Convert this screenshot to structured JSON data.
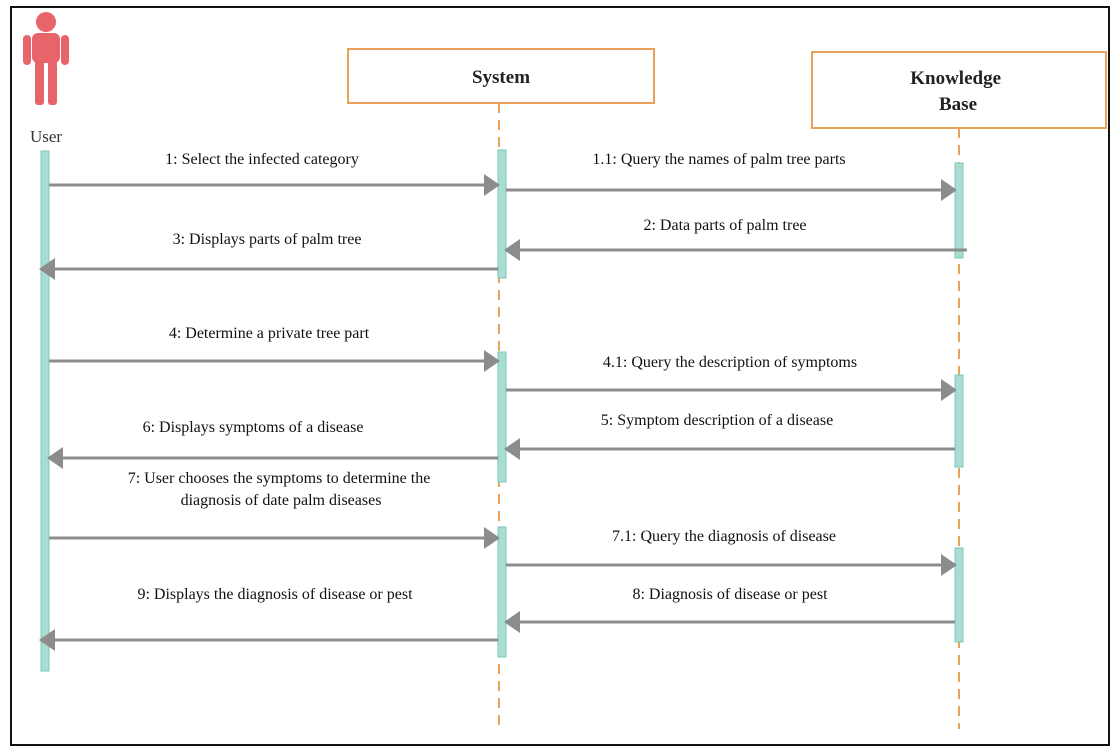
{
  "colors": {
    "box_border": "#e8a25a",
    "lifeline": "#e8a25a",
    "activation_fill": "#a8ddd3",
    "activation_border": "#7fc7b8",
    "arrow": "#8c8c8c",
    "actor": "#e8646b"
  },
  "actor": {
    "icon": "person-icon",
    "label": "User"
  },
  "participants": {
    "system": {
      "lines": [
        "System"
      ]
    },
    "kb": {
      "lines": [
        "Knowledge",
        "Base"
      ]
    }
  },
  "messages": [
    {
      "id": "m1",
      "lines": [
        "1: Select the infected category"
      ]
    },
    {
      "id": "m11",
      "lines": [
        "1.1: Query the names of palm tree parts"
      ]
    },
    {
      "id": "m2",
      "lines": [
        "2: Data parts of palm tree"
      ]
    },
    {
      "id": "m3",
      "lines": [
        "3: Displays parts of palm tree"
      ]
    },
    {
      "id": "m4",
      "lines": [
        "4: Determine a private tree part"
      ]
    },
    {
      "id": "m41",
      "lines": [
        "4.1: Query the description of symptoms"
      ]
    },
    {
      "id": "m5",
      "lines": [
        "5: Symptom description of a disease"
      ]
    },
    {
      "id": "m6",
      "lines": [
        "6: Displays symptoms of a disease"
      ]
    },
    {
      "id": "m7",
      "lines": [
        "7: User chooses the symptoms to determine the",
        "diagnosis of date palm diseases"
      ]
    },
    {
      "id": "m71",
      "lines": [
        "7.1: Query the diagnosis of disease"
      ]
    },
    {
      "id": "m8",
      "lines": [
        "8: Diagnosis of disease or pest"
      ]
    },
    {
      "id": "m9",
      "lines": [
        "9: Displays the diagnosis of disease or pest"
      ]
    }
  ]
}
